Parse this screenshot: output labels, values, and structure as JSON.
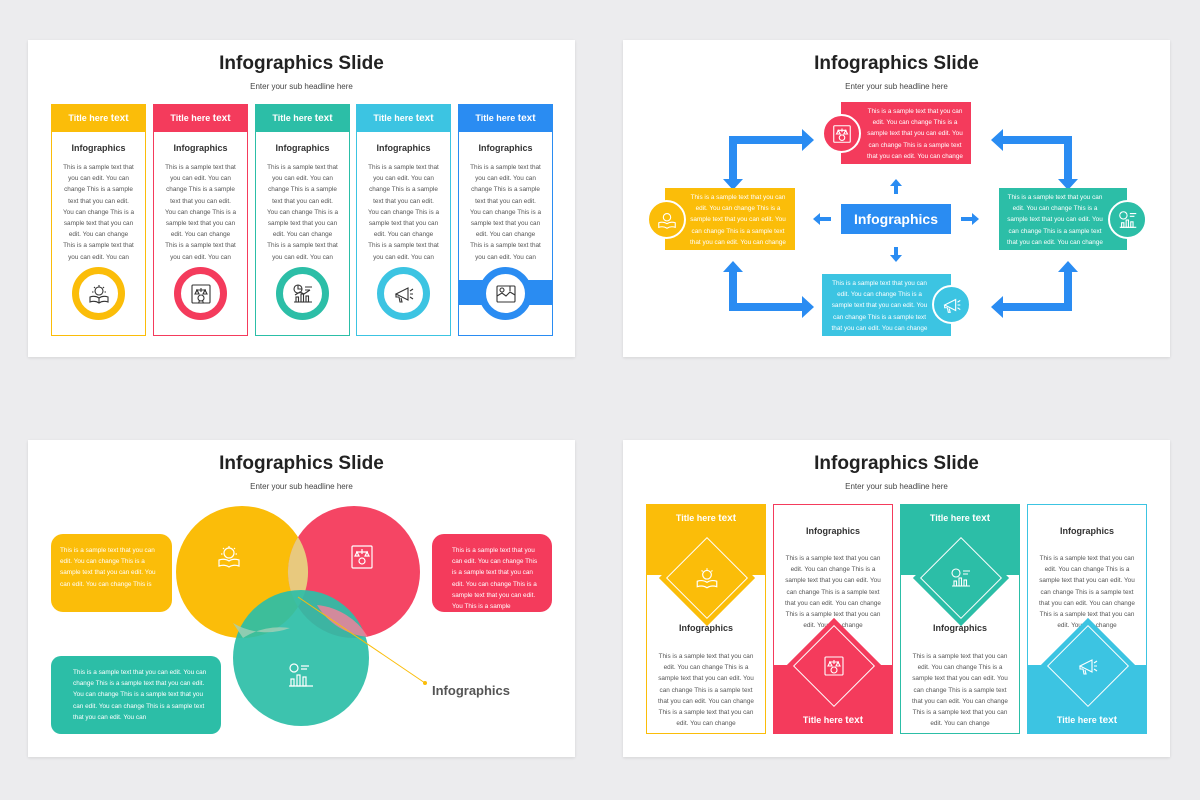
{
  "colors": {
    "yellow": "#fbbd09",
    "red": "#f43b5c",
    "teal": "#2cbea7",
    "cyan": "#3cc4e2",
    "blue": "#2a8cf2"
  },
  "slides": [
    {
      "title": "Infographics Slide",
      "subtitle": "Enter your sub headline here",
      "columns": [
        {
          "title_a": "Title here",
          "title_b": "text",
          "heading": "Infographics",
          "text": "This is a sample text that you can edit. You can change This is a sample text that you can edit. You can change This is a sample text that you can edit. You can change This is a sample text that you can edit. You can change",
          "icon": "reading-book-icon"
        },
        {
          "title_a": "Title here",
          "title_b": "text",
          "heading": "Infographics",
          "text": "This is a sample text that you can edit. You can change This is a sample text that you can edit. You can change This is a sample text that you can edit. You can change This is a sample text that you can edit. You can change",
          "icon": "scales-award-icon"
        },
        {
          "title_a": "Title here",
          "title_b": "text",
          "heading": "Infographics",
          "text": "This is a sample text that you can edit. You can change This is a sample text that you can edit. You can change This is a sample text that you can edit. You can change This is a sample text that you can edit. You can change",
          "icon": "chart-presentation-icon"
        },
        {
          "title_a": "Title here",
          "title_b": "text",
          "heading": "Infographics",
          "text": "This is a sample text that you can edit. You can change This is a sample text that you can edit. You can change This is a sample text that you can edit. You can change This is a sample text that you can edit. You can change",
          "icon": "megaphone-icon"
        },
        {
          "title_a": "Title here",
          "title_b": "text",
          "heading": "Infographics",
          "text": "This is a sample text that you can edit. You can change This is a sample text that you can edit. You can change This is a sample text that you can edit. You can change This is a sample text that you can edit. You can change",
          "icon": "map-location-icon"
        }
      ]
    },
    {
      "title": "Infographics Slide",
      "subtitle": "Enter your sub headline here",
      "center": "Infographics",
      "boxes": [
        {
          "text": "This is a sample text that you can edit. You can change This is a sample text that you can edit. You can change This is a sample text that you can edit. You can change",
          "icon": "scales-award-icon"
        },
        {
          "text": "This is a sample text that you can edit. You can change This is a sample text that you can edit. You can change This is a sample text that you can edit. You can change",
          "icon": "reading-book-icon"
        },
        {
          "text": "This is a sample text that you can edit. You can change This is a sample text that you can edit. You can change This is a sample text that you can edit. You can change",
          "icon": "chart-presentation-icon"
        },
        {
          "text": "This is a sample text that you can edit. You can change This is a sample text that you can edit. You can change This is a sample text that you can edit. You can change",
          "icon": "megaphone-icon"
        }
      ]
    },
    {
      "title": "Infographics Slide",
      "subtitle": "Enter your sub headline here",
      "label": "Infographics",
      "bubbles": [
        {
          "text": "This is a sample text that you can edit. You can change This is a sample text that you can edit. You can edit. You can change This is"
        },
        {
          "text": "This is a sample text that you can edit. You can change This is a sample text that you can edit. You can change This is a sample text that you can edit. You This is a sample"
        },
        {
          "text": "This is a sample text that you can edit. You can change This is a sample text that you can edit. You can change This is a sample text that you can edit. You can change This is a sample text that you can edit. You can"
        }
      ],
      "icons": [
        "reading-book-icon",
        "scales-award-icon",
        "chart-presentation-icon"
      ]
    },
    {
      "title": "Infographics Slide",
      "subtitle": "Enter your sub headline here",
      "columns": [
        {
          "title_a": "Title here",
          "title_b": "text",
          "heading": "Infographics",
          "text": "This is a sample text that you can edit. You can change This is a sample text that you can edit. You can change This is a sample text that you can edit. You can change This is a sample text that you can edit. You can change",
          "icon": "reading-book-icon"
        },
        {
          "title_a": "Title here",
          "title_b": "text",
          "heading": "Infographics",
          "text": "This is a sample text that you can edit. You can change This is a sample text that you can edit. You can change This is a sample text that you can edit. You can change This is a sample text that you can edit. You can change",
          "icon": "scales-award-icon"
        },
        {
          "title_a": "Title here",
          "title_b": "text",
          "heading": "Infographics",
          "text": "This is a sample text that you can edit. You can change This is a sample text that you can edit. You can change This is a sample text that you can edit. You can change This is a sample text that you can edit. You can change",
          "icon": "chart-presentation-icon"
        },
        {
          "title_a": "Title here",
          "title_b": "text",
          "heading": "Infographics",
          "text": "This is a sample text that you can edit. You can change This is a sample text that you can edit. You can change This is a sample text that you can edit. You can change This is a sample text that you can edit. You can change",
          "icon": "megaphone-icon"
        }
      ]
    }
  ]
}
